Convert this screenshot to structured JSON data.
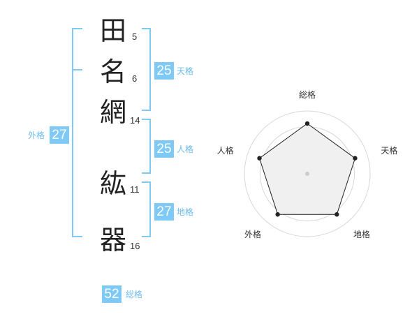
{
  "name": {
    "chars": [
      {
        "char": "田",
        "strokes": "5"
      },
      {
        "char": "名",
        "strokes": "6"
      },
      {
        "char": "網",
        "strokes": "14"
      },
      {
        "char": "紘",
        "strokes": "11"
      },
      {
        "char": "器",
        "strokes": "16"
      }
    ]
  },
  "kaku": {
    "tenkaku": {
      "value": "25",
      "label": "天格"
    },
    "jinkaku": {
      "value": "25",
      "label": "人格"
    },
    "chikaku": {
      "value": "27",
      "label": "地格"
    },
    "gaikaku": {
      "value": "27",
      "label": "外格"
    },
    "soukaku": {
      "value": "52",
      "label": "総格"
    }
  },
  "colors": {
    "accent": "#7ec9f5",
    "bracket": "#7ec9f5",
    "radar_fill": "#f0f0f0"
  },
  "chart_data": {
    "type": "radar",
    "axes": [
      "総格",
      "天格",
      "地格",
      "外格",
      "人格"
    ],
    "values": [
      0.8,
      0.8,
      0.8,
      0.8,
      0.8
    ],
    "rings": 4
  }
}
